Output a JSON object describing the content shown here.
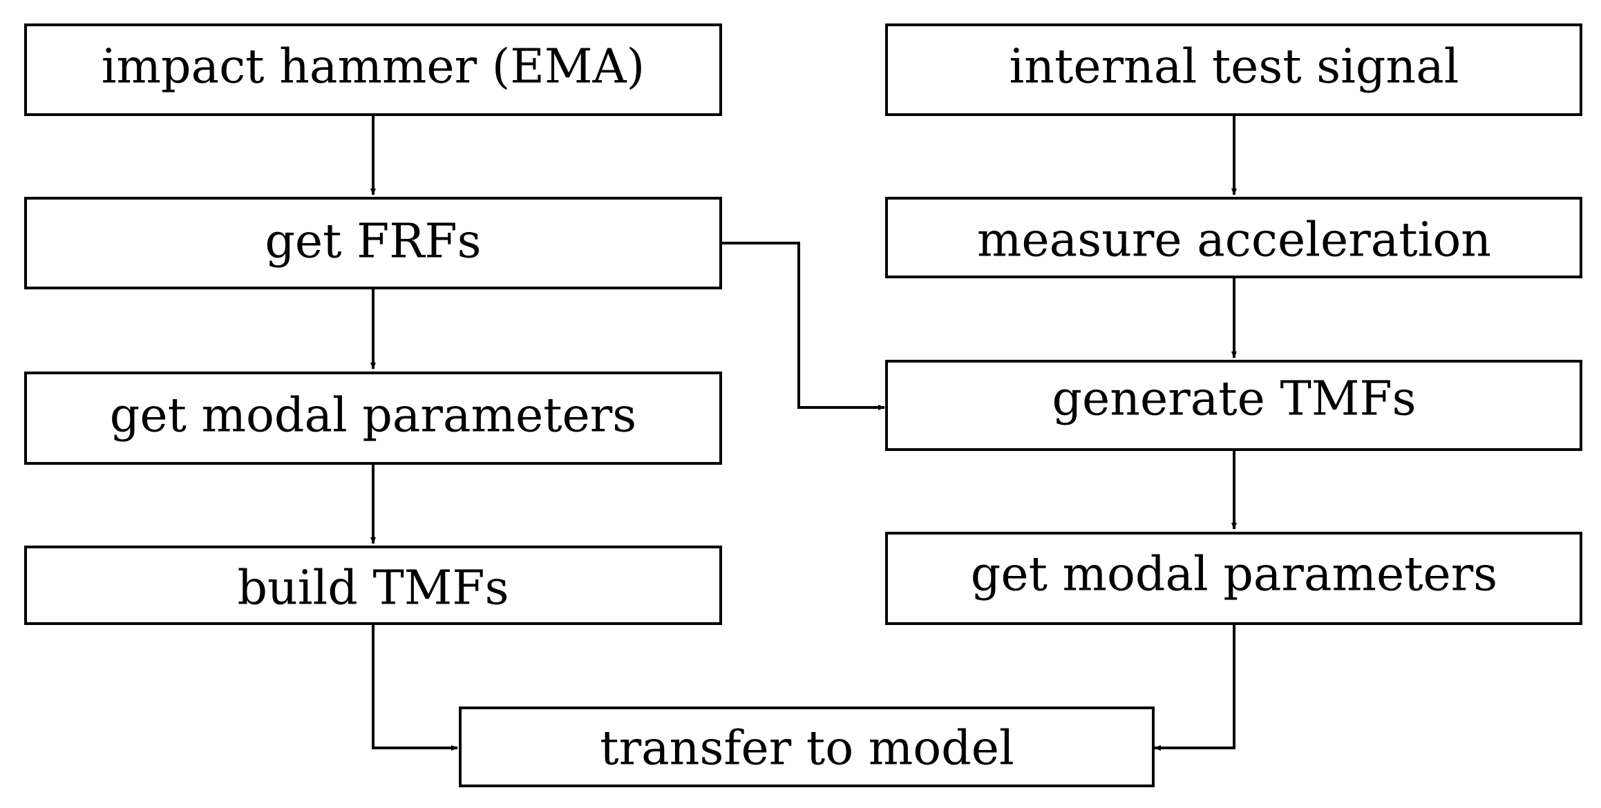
{
  "diagram": {
    "type": "flowchart",
    "colors": {
      "stroke": "#000000",
      "background": "#ffffff",
      "text": "#000000"
    },
    "nodes": [
      {
        "id": "impact-hammer",
        "label": "impact hammer (EMA)"
      },
      {
        "id": "get-frfs",
        "label": "get FRFs"
      },
      {
        "id": "get-modal-parameters-left",
        "label": "get modal parameters"
      },
      {
        "id": "build-tmfs",
        "label": "build TMFs"
      },
      {
        "id": "internal-test-signal",
        "label": "internal test signal"
      },
      {
        "id": "measure-acceleration",
        "label": "measure acceleration"
      },
      {
        "id": "generate-tmfs",
        "label": "generate TMFs"
      },
      {
        "id": "get-modal-parameters-right",
        "label": "get modal parameters"
      },
      {
        "id": "transfer-to-model",
        "label": "transfer to model"
      }
    ],
    "edges": [
      {
        "from": "impact-hammer",
        "to": "get-frfs"
      },
      {
        "from": "get-frfs",
        "to": "get-modal-parameters-left"
      },
      {
        "from": "get-modal-parameters-left",
        "to": "build-tmfs"
      },
      {
        "from": "build-tmfs",
        "to": "transfer-to-model"
      },
      {
        "from": "internal-test-signal",
        "to": "measure-acceleration"
      },
      {
        "from": "measure-acceleration",
        "to": "generate-tmfs"
      },
      {
        "from": "generate-tmfs",
        "to": "get-modal-parameters-right"
      },
      {
        "from": "get-modal-parameters-right",
        "to": "transfer-to-model"
      },
      {
        "from": "get-frfs",
        "to": "generate-tmfs"
      }
    ]
  }
}
